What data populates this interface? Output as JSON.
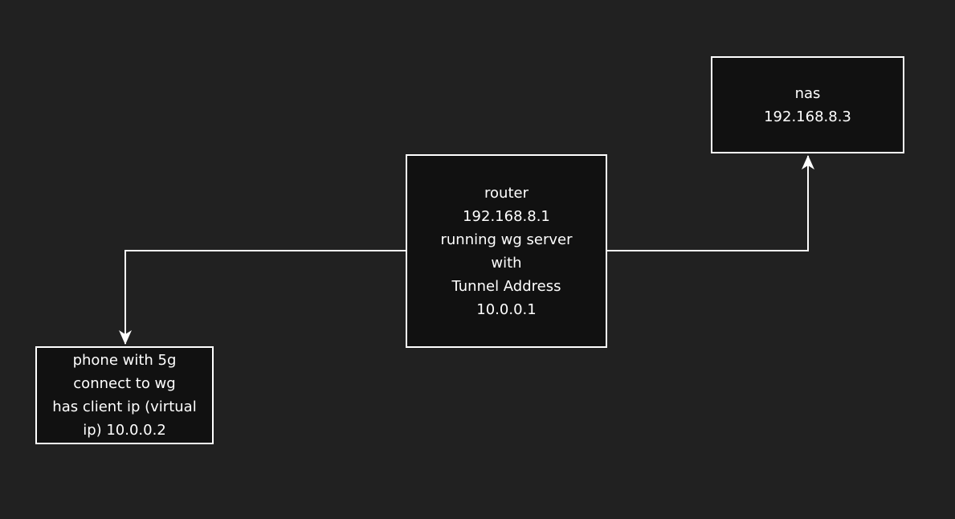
{
  "diagram": {
    "colors": {
      "background": "#212121",
      "node_fill": "#111111",
      "stroke": "#ffffff"
    },
    "nodes": {
      "nas": {
        "lines": [
          "nas",
          "192.168.8.3"
        ]
      },
      "router": {
        "lines": [
          "router",
          "192.168.8.1",
          "running wg server",
          "with",
          "Tunnel Address",
          "10.0.0.1"
        ]
      },
      "phone": {
        "lines": [
          "phone with 5g",
          "connect to wg",
          "has client ip (virtual",
          "ip) 10.0.0.2"
        ]
      }
    },
    "edges": [
      {
        "from": "router",
        "to": "phone"
      },
      {
        "from": "router",
        "to": "nas"
      }
    ]
  }
}
